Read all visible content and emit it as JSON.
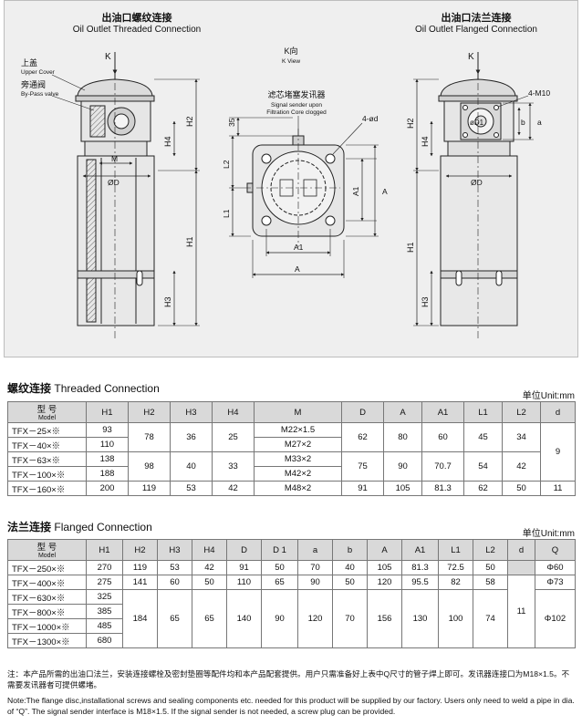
{
  "drawing": {
    "left": {
      "title_cn": "出油口螺纹连接",
      "title_en": "Oil Outlet Threaded Connection",
      "labels": {
        "k": "K",
        "upper_cover_cn": "上盖",
        "upper_cover_en": "Upper Cover",
        "bypass_cn": "旁通阀",
        "bypass_en": "By-Pass valve",
        "m": "M",
        "d": "ØD",
        "h1": "H1",
        "h2": "H2",
        "h3": "H3",
        "h4": "H4"
      }
    },
    "middle": {
      "k_view_cn": "K向",
      "k_view_en": "K View",
      "sensor_cn": "滤芯堵塞发讯器",
      "sensor_en_1": "Signal sender upon",
      "sensor_en_2": "Filtration Core clogged",
      "labels": {
        "d35": "35",
        "holes": "4-ød",
        "l1": "L1",
        "l2": "L2",
        "a1_h": "A1",
        "a_h": "A",
        "a1_v": "A1",
        "a_v": "A"
      }
    },
    "right": {
      "title_cn": "出油口法兰连接",
      "title_en": "Oil Outlet Flanged Connection",
      "labels": {
        "k": "K",
        "m10": "4-M10",
        "d1": "øD1",
        "a": "a",
        "b": "b",
        "d": "ØD",
        "h1": "H1",
        "h2": "H2",
        "h3": "H3",
        "h4": "H4"
      }
    }
  },
  "threaded": {
    "title_cn": "螺纹连接",
    "title_en": "Threaded Connection",
    "unit": "单位Unit:mm",
    "headers": [
      {
        "cn": "型 号",
        "en": "Model"
      },
      {
        "cn": "H1"
      },
      {
        "cn": "H2"
      },
      {
        "cn": "H3"
      },
      {
        "cn": "H4"
      },
      {
        "cn": "M"
      },
      {
        "cn": "D"
      },
      {
        "cn": "A"
      },
      {
        "cn": "A1"
      },
      {
        "cn": "L1"
      },
      {
        "cn": "L2"
      },
      {
        "cn": "d"
      }
    ],
    "rows": [
      {
        "model": "TFX－25×※",
        "h1": "93"
      },
      {
        "model": "TFX－40×※",
        "h1": "110"
      },
      {
        "model": "TFX－63×※",
        "h1": "138"
      },
      {
        "model": "TFX－100×※",
        "h1": "188"
      },
      {
        "model": "TFX－160×※",
        "h1": "200"
      }
    ],
    "m": [
      "M22×1.5",
      "M27×2",
      "M33×2",
      "M42×2",
      "M48×2"
    ],
    "groups": {
      "g1": {
        "h2": "78",
        "h3": "36",
        "h4": "25",
        "D": "62",
        "A": "80",
        "A1": "60",
        "L1": "45",
        "L2": "34"
      },
      "g2": {
        "h2": "98",
        "h3": "40",
        "h4": "33",
        "D": "75",
        "A": "90",
        "A1": "70.7",
        "L1": "54",
        "L2": "42"
      },
      "g3": {
        "h2": "119",
        "h3": "53",
        "h4": "42",
        "D": "91",
        "A": "105",
        "A1": "81.3",
        "L1": "62",
        "L2": "50",
        "d": "11"
      },
      "d_g12": "9"
    }
  },
  "flanged": {
    "title_cn": "法兰连接",
    "title_en": "Flanged Connection",
    "unit": "单位Unit:mm",
    "headers": [
      {
        "cn": "型 号",
        "en": "Model"
      },
      {
        "cn": "H1"
      },
      {
        "cn": "H2"
      },
      {
        "cn": "H3"
      },
      {
        "cn": "H4"
      },
      {
        "cn": "D"
      },
      {
        "cn": "D 1"
      },
      {
        "cn": "a"
      },
      {
        "cn": "b"
      },
      {
        "cn": "A"
      },
      {
        "cn": "A1"
      },
      {
        "cn": "L1"
      },
      {
        "cn": "L2"
      },
      {
        "cn": "d"
      },
      {
        "cn": "Q"
      }
    ],
    "rows": [
      {
        "model": "TFX－250×※",
        "h1": "270",
        "h2": "119",
        "h3": "53",
        "h4": "42",
        "D": "91",
        "D1": "50",
        "a": "70",
        "b": "40",
        "A": "105",
        "A1": "81.3",
        "L1": "72.5",
        "L2": "50",
        "Q": "Φ60"
      },
      {
        "model": "TFX－400×※",
        "h1": "275",
        "h2": "141",
        "h3": "60",
        "h4": "50",
        "D": "110",
        "D1": "65",
        "a": "90",
        "b": "50",
        "A": "120",
        "A1": "95.5",
        "L1": "82",
        "L2": "58",
        "Q": "Φ73"
      },
      {
        "model": "TFX－630×※",
        "h1": "325"
      },
      {
        "model": "TFX－800×※",
        "h1": "385"
      },
      {
        "model": "TFX－1000×※",
        "h1": "485"
      },
      {
        "model": "TFX－1300×※",
        "h1": "680"
      }
    ],
    "big": {
      "h2": "184",
      "h3": "65",
      "h4": "65",
      "D": "140",
      "D1": "90",
      "a": "120",
      "b": "70",
      "A": "156",
      "A1": "130",
      "L1": "100",
      "L2": "74",
      "Q": "Φ102"
    },
    "d_all": "11"
  },
  "notes": {
    "cn": "注：本产品所需的出油口法兰，安装连接螺栓及密封垫圈等配件均和本产品配套提供。用户只需准备好上表中Q尺寸的管子焊上即可。发讯器连接口为M18×1.5。不需要发讯器者可提供螺堵。",
    "en": "Note:The flange disc,installational screws and sealing components etc. needed for this product will be supplied by our factory. Users only need to weld a pipe in dia. of “Q”. The signal sender interface is M18×1.5. If the signal sender is not needed, a screw plug can be provided."
  }
}
